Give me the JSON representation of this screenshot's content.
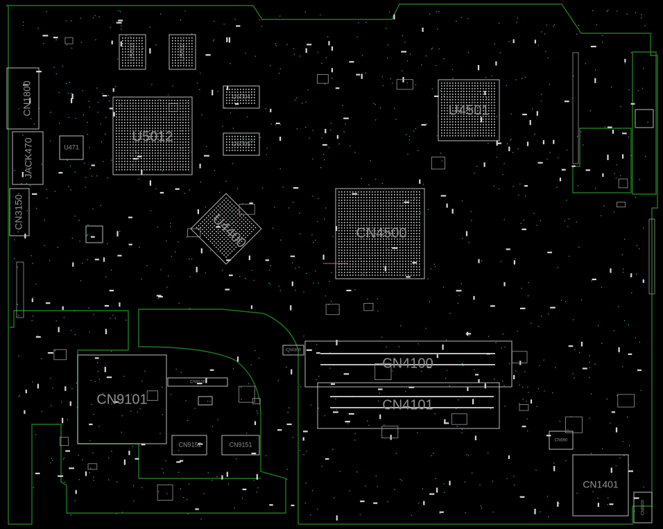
{
  "components": [
    {
      "id": "cn1800",
      "label": "CN1800",
      "size": "mid",
      "rot": -90
    },
    {
      "id": "jack470",
      "label": "JACK470",
      "size": "mid",
      "rot": -90
    },
    {
      "id": "cn3150",
      "label": "CN3150",
      "size": "mid",
      "rot": -90
    },
    {
      "id": "u5012",
      "label": "U5012",
      "size": "big",
      "rot": 0
    },
    {
      "id": "u4501",
      "label": "U4501",
      "size": "big",
      "rot": 0
    },
    {
      "id": "cn4500",
      "label": "CN4500",
      "size": "big",
      "rot": 0
    },
    {
      "id": "u4400",
      "label": "U4400",
      "size": "big",
      "rot": 45
    },
    {
      "id": "u471",
      "label": "U471",
      "size": "sm",
      "rot": 0
    },
    {
      "id": "u5003",
      "label": "U5003",
      "size": "sm",
      "rot": 0
    },
    {
      "id": "u5002",
      "label": "U5002",
      "size": "sm",
      "rot": 0
    },
    {
      "id": "u5004",
      "label": "U5004",
      "size": "sm",
      "rot": 90
    },
    {
      "id": "u5005",
      "label": "U5005",
      "size": "sm",
      "rot": 90
    },
    {
      "id": "cn4300",
      "label": "CN4300",
      "size": "xs",
      "rot": 0
    },
    {
      "id": "cn4100",
      "label": "CN4100",
      "size": "big",
      "rot": 0
    },
    {
      "id": "cn4101",
      "label": "CN4101",
      "size": "big",
      "rot": 0
    },
    {
      "id": "cn9101",
      "label": "CN9101",
      "size": "big",
      "rot": 0
    },
    {
      "id": "cn9100",
      "label": "CN9100",
      "size": "xs",
      "rot": 0
    },
    {
      "id": "cn9152",
      "label": "CN9152",
      "size": "sm",
      "rot": 0
    },
    {
      "id": "cn9151",
      "label": "CN9151",
      "size": "sm",
      "rot": 0
    },
    {
      "id": "cn690",
      "label": "CN690",
      "size": "xs",
      "rot": 0
    },
    {
      "id": "cn1401",
      "label": "CN1401",
      "size": "mid",
      "rot": 0
    },
    {
      "id": "cn6000",
      "label": "CN6000",
      "size": "xs",
      "rot": -90
    }
  ]
}
